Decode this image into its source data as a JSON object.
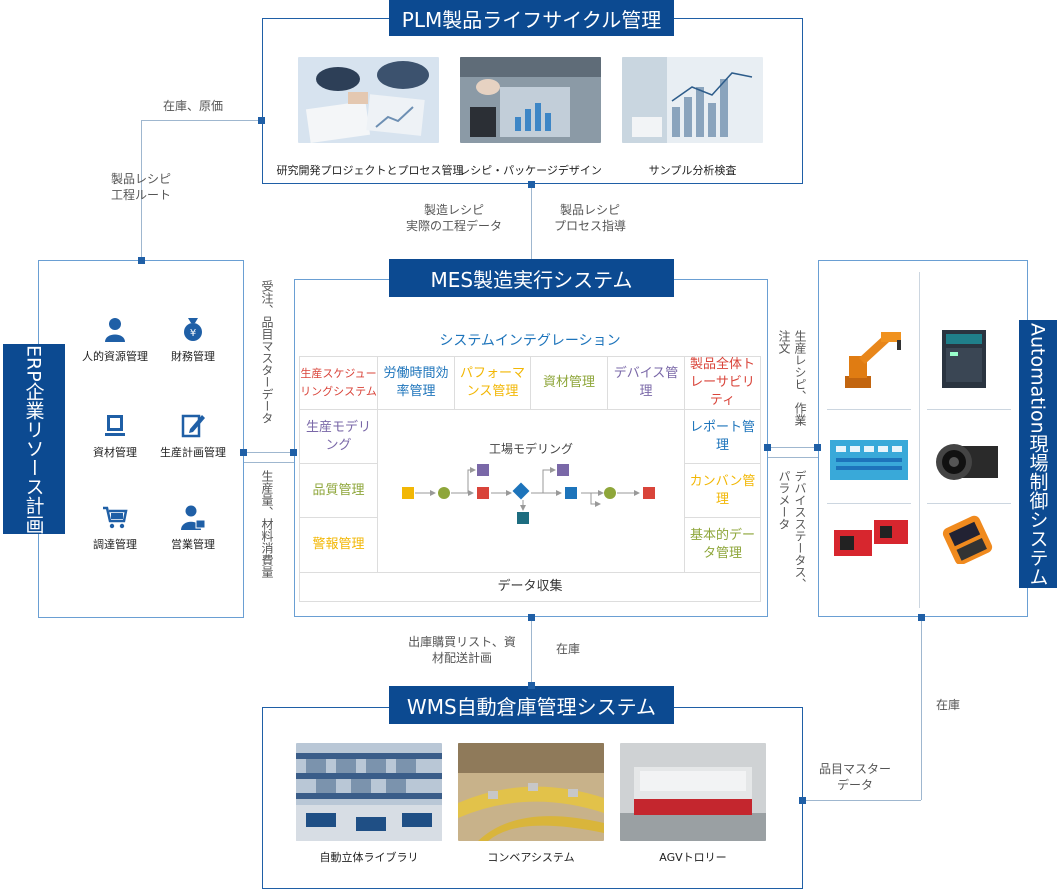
{
  "plm": {
    "title": "PLM製品ライフサイクル管理",
    "items": [
      "研究開発プロジェクトとプロセス管理",
      "レシピ・パッケージデザイン",
      "サンプル分析検査"
    ]
  },
  "erp": {
    "title": "ERP企業リソース計画",
    "items": [
      "人的資源管理",
      "財務管理",
      "資材管理",
      "生産計画管理",
      "調達管理",
      "営業管理"
    ]
  },
  "mes": {
    "title": "MES製造実行システム",
    "integration": "システムインテグレーション",
    "top_cells": [
      "生産スケジューリングシステム",
      "労働時間効率管理",
      "パフォーマンス管理",
      "資材管理",
      "デバイス管理",
      "製品全体トレーサビリティ"
    ],
    "left_cells": [
      "生産モデリング",
      "品質管理",
      "警報管理"
    ],
    "right_cells": [
      "レポート管理",
      "カンバン管理",
      "基本的データ管理"
    ],
    "center_title": "工場モデリング",
    "data_collect": "データ収集"
  },
  "automation": {
    "title": "Automation現場制御システム"
  },
  "wms": {
    "title": "WMS自動倉庫管理システム",
    "items": [
      "自動立体ライブラリ",
      "コンベアシステム",
      "AGVトロリー"
    ]
  },
  "labels": {
    "stock_cost": "在庫、原価",
    "recipe_route": [
      "製品レシピ",
      "工程ルート"
    ],
    "mfg_recipe": [
      "製造レシピ",
      "実際の工程データ"
    ],
    "product_recipe": [
      "製品レシピ",
      "プロセス指導"
    ],
    "order_master": "受注、品目マスターデータ",
    "production_qty": "生産量、材料消費量",
    "recipe_order": "生産レシピ、作業注文",
    "device_status": "デバイスステータス、パラメータ",
    "shipment": [
      "出庫購買リスト、資",
      "材配送計画"
    ],
    "stock1": "在庫",
    "stock2": "在庫",
    "item_master": [
      "品目マスター",
      "データ"
    ]
  },
  "colors": {
    "primary": "#0c4a91",
    "accent_blue": "#1f5fa6",
    "yellow_node": "#f2b705",
    "green_node": "#8ea63a",
    "red_node": "#d9443a",
    "purple_node": "#7a68a8",
    "blue_node": "#1d74bb",
    "teal_node": "#1d6d80"
  }
}
